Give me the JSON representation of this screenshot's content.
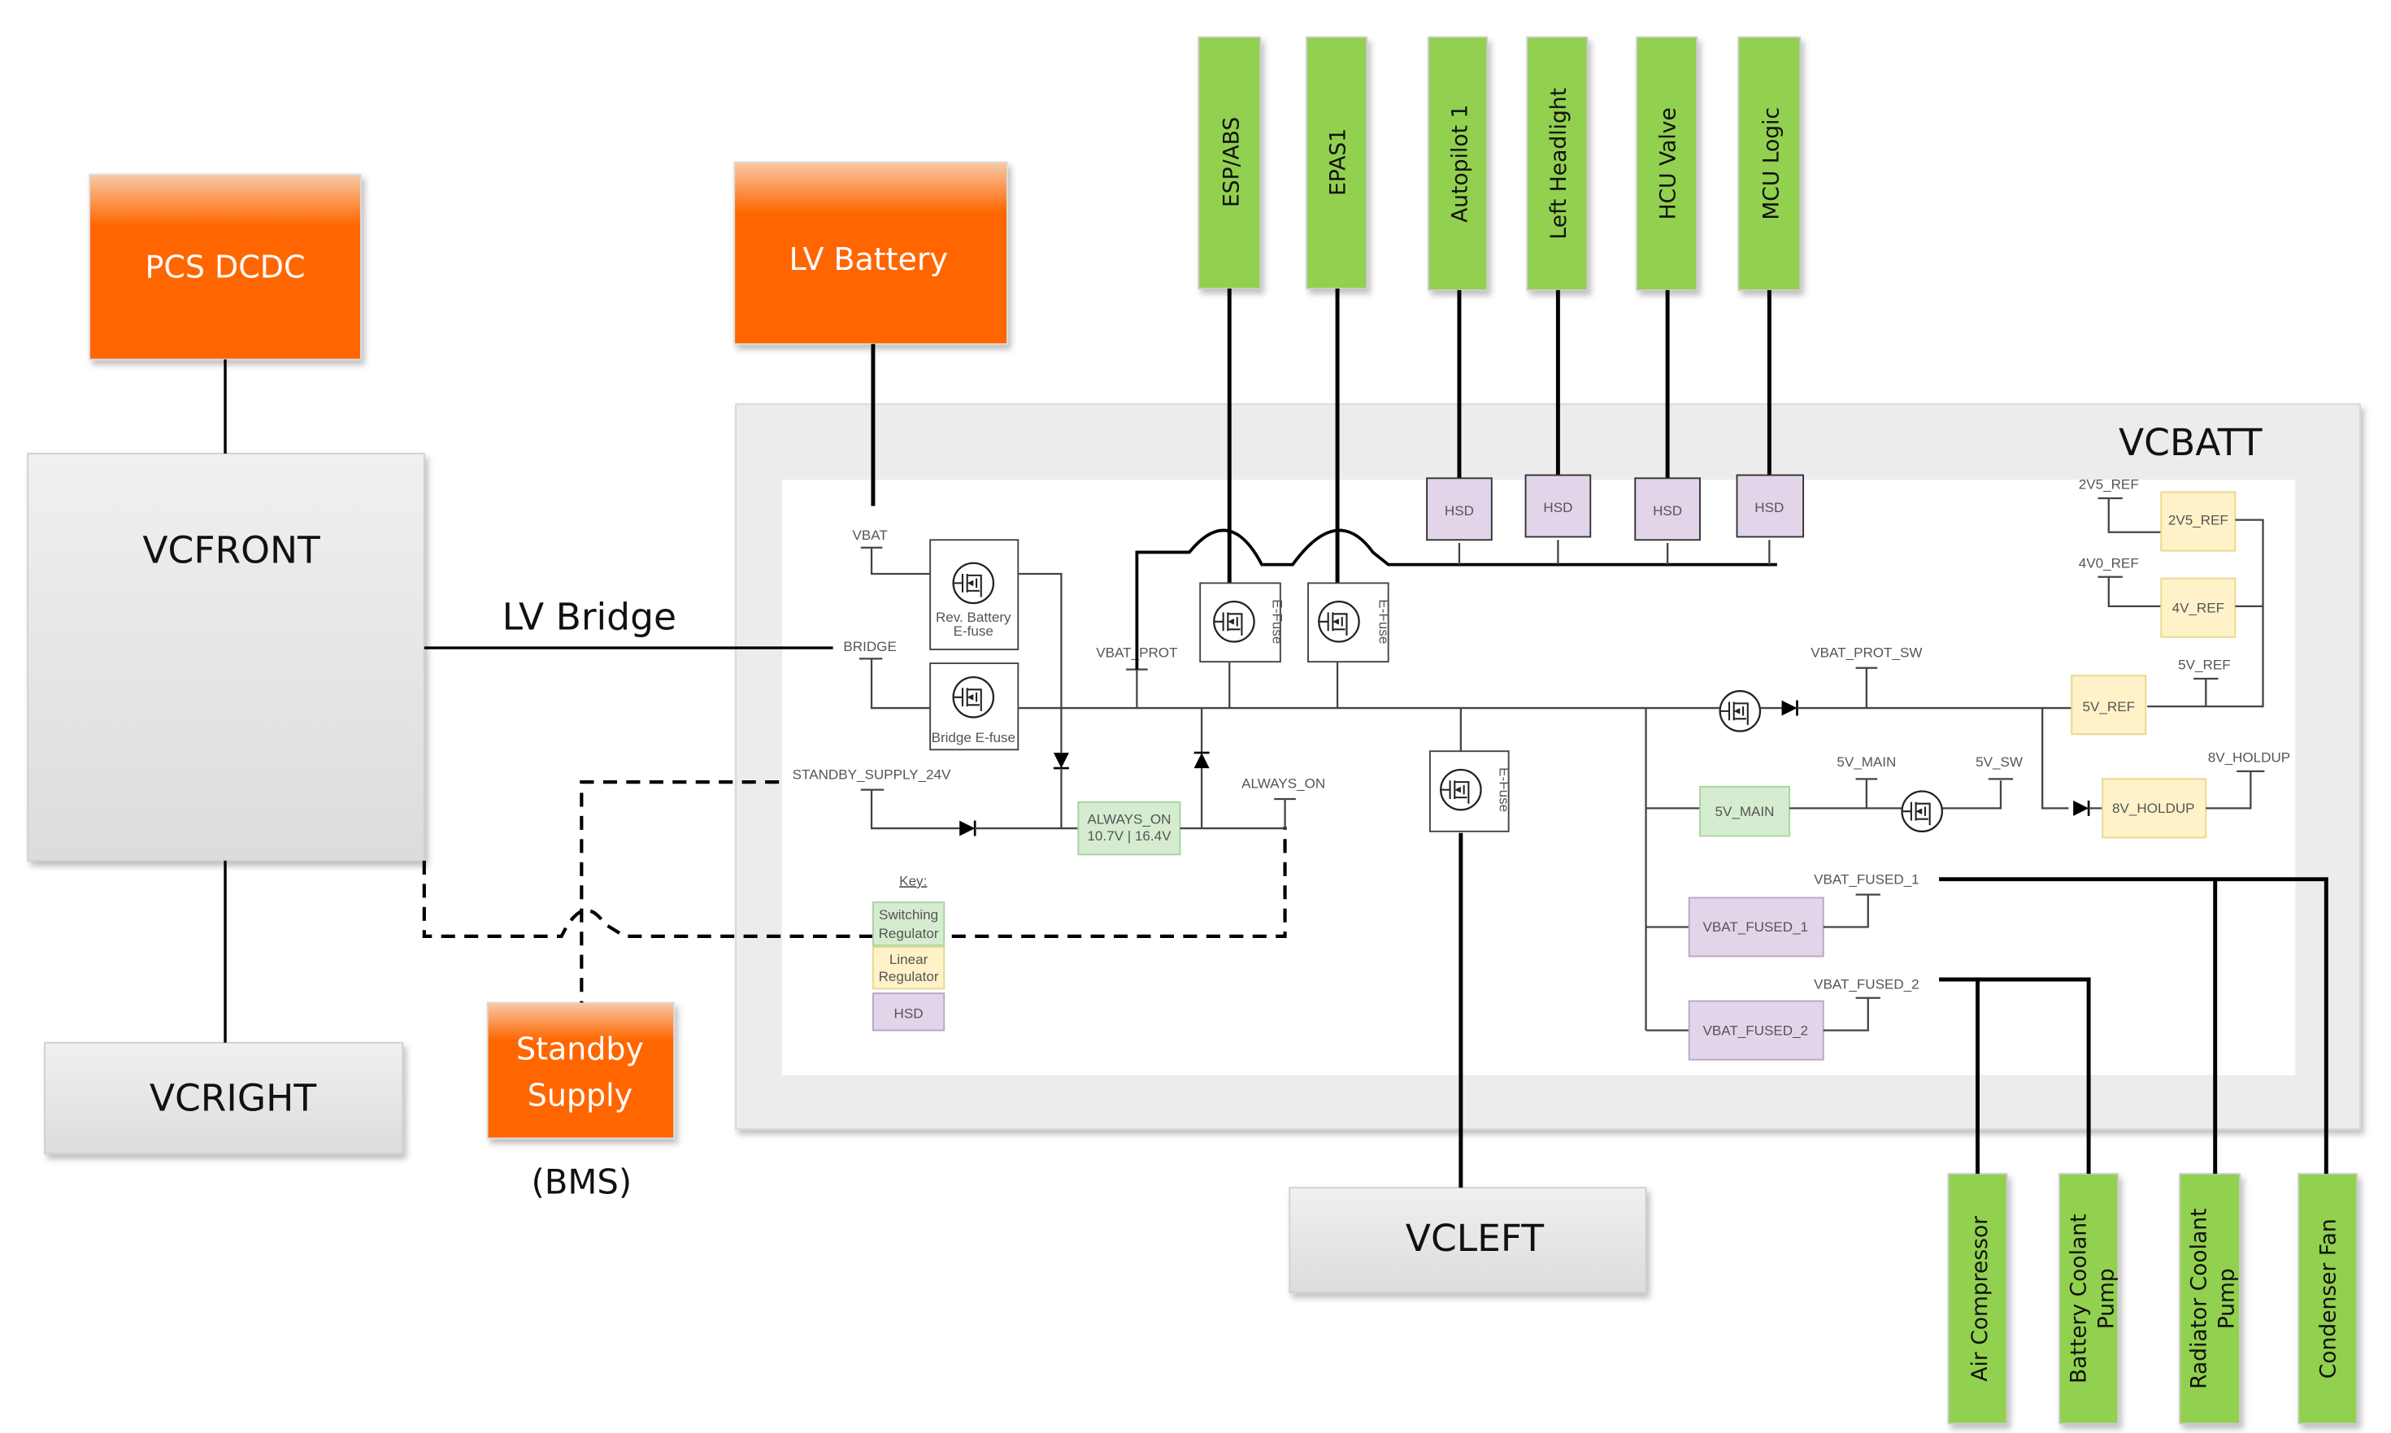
{
  "diagram": {
    "colors": {
      "orange": "#ff6600",
      "green_load": "#92d050",
      "switching_regulator": "#d5ecd0",
      "linear_regulator": "#fff2c8",
      "hsd": "#e2d5ea",
      "controller_gray": "#e6e6e6"
    },
    "sources": {
      "pcs_dcdc": "PCS DCDC",
      "lv_battery": "LV Battery",
      "standby_supply_line1": "Standby",
      "standby_supply_line2": "Supply",
      "standby_supply_note": "(BMS)"
    },
    "controllers": {
      "vcfront": "VCFRONT",
      "vcright": "VCRIGHT",
      "vcleft": "VCLEFT",
      "vcbatt": "VCBATT"
    },
    "connections": {
      "lv_bridge": "LV Bridge"
    },
    "top_loads": [
      "ESP/ABS",
      "EPAS1",
      "Autopilot 1",
      "Left Headlight",
      "HCU Valve",
      "MCU Logic"
    ],
    "bottom_loads": [
      {
        "line1": "Air Compressor",
        "line2": ""
      },
      {
        "line1": "Battery Coolant",
        "line2": "Pump"
      },
      {
        "line1": "Radiator Coolant",
        "line2": "Pump"
      },
      {
        "line1": "Condenser Fan",
        "line2": ""
      }
    ],
    "hsd_label": "HSD",
    "nets": {
      "vbat": "VBAT",
      "bridge": "BRIDGE",
      "standby_supply_24v": "STANDBY_SUPPLY_24V",
      "vbat_prot": "VBAT_PROT",
      "always_on": "ALWAYS_ON",
      "vbat_prot_sw": "VBAT_PROT_SW",
      "v5_main": "5V_MAIN",
      "v5_sw": "5V_SW",
      "vbat_fused_1": "VBAT_FUSED_1",
      "vbat_fused_2": "VBAT_FUSED_2",
      "v2v5_ref": "2V5_REF",
      "v4v0_ref": "4V0_REF",
      "v5_ref": "5V_REF",
      "v8_holdup": "8V_HOLDUP"
    },
    "components": {
      "rev_battery_efuse_line1": "Rev. Battery",
      "rev_battery_efuse_line2": "E-fuse",
      "bridge_efuse": "Bridge E-fuse",
      "efuse": "E-Fuse",
      "always_on_reg_line1": "ALWAYS_ON",
      "always_on_reg_line2": "10.7V | 16.4V",
      "reg_5v_main": "5V_MAIN",
      "hsd_vbat_fused_1": "VBAT_FUSED_1",
      "hsd_vbat_fused_2": "VBAT_FUSED_2",
      "reg_2v5_ref": "2V5_REF",
      "reg_4v_ref": "4V_REF",
      "reg_5v_ref": "5V_REF",
      "reg_8v_holdup": "8V_HOLDUP"
    },
    "key": {
      "title": "Key:",
      "switching_line1": "Switching",
      "switching_line2": "Regulator",
      "linear_line1": "Linear",
      "linear_line2": "Regulator",
      "hsd": "HSD"
    }
  }
}
